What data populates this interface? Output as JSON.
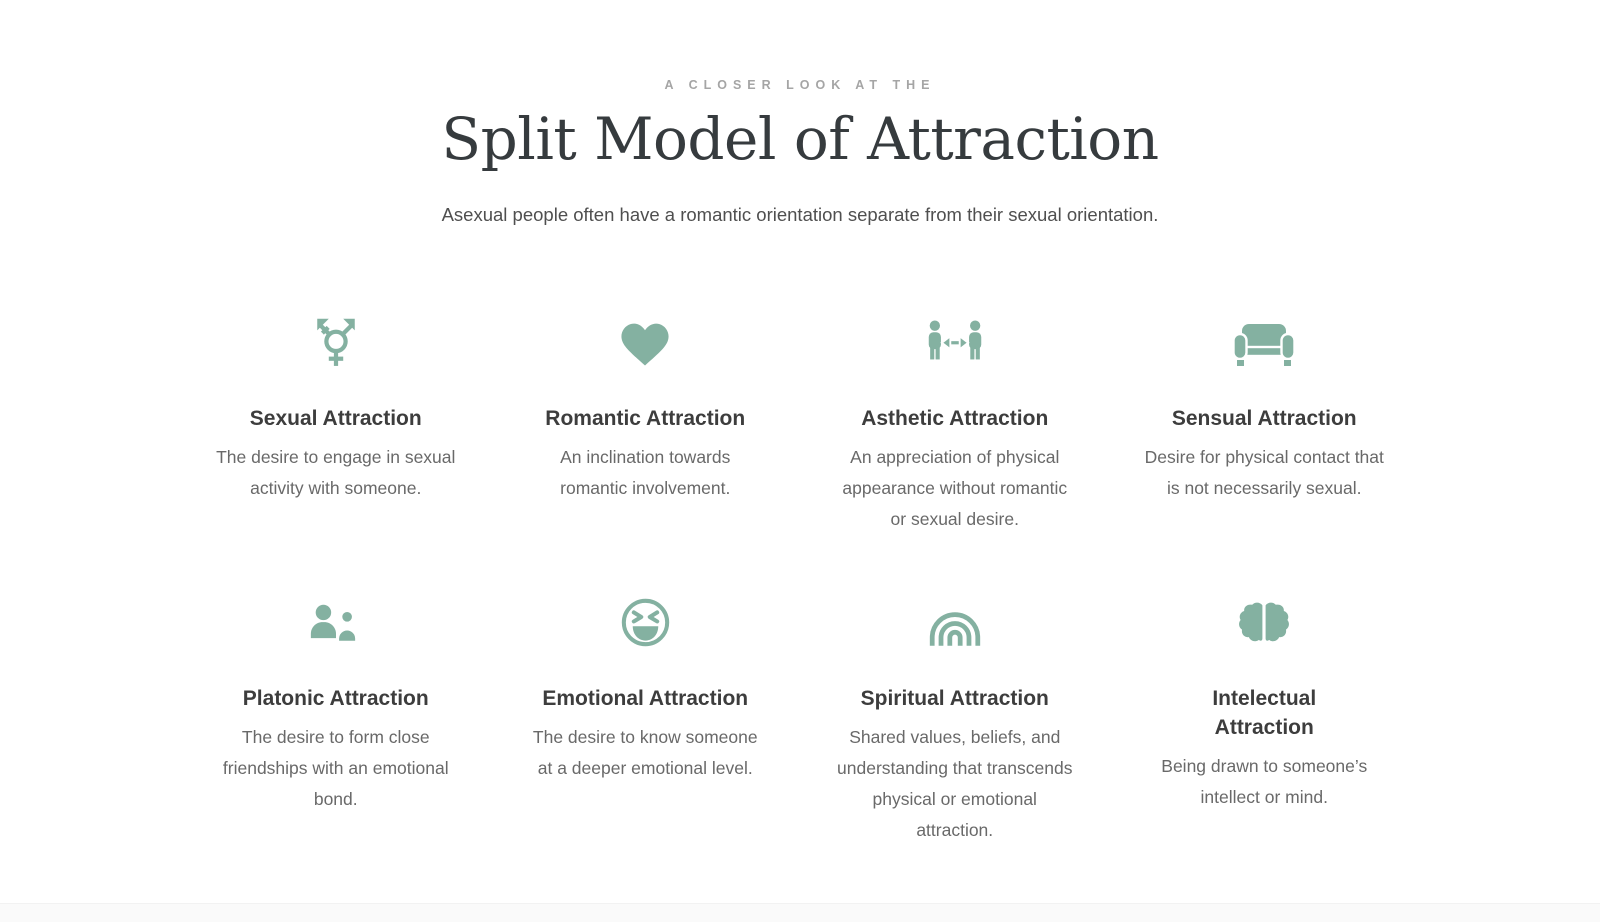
{
  "header": {
    "eyebrow": "A CLOSER LOOK AT THE",
    "title": "Split Model of Attraction",
    "subtitle": "Asexual people often have a romantic orientation separate from their sexual orientation."
  },
  "colors": {
    "accent_teal": "#84b1a1",
    "heading": "#363b3e",
    "card_title": "#3d3d3d",
    "body_text": "#696969",
    "eyebrow_gray": "#a5a5a5",
    "bottom_strip": "#fafafa"
  },
  "cards": [
    {
      "icon": "transgender-icon",
      "title": "Sexual Attraction",
      "description": "The desire to engage in sexual activity with someone."
    },
    {
      "icon": "heart-icon",
      "title": "Romantic Attraction",
      "description": "An inclination towards romantic involvement."
    },
    {
      "icon": "people-arrows-icon",
      "title": "Asthetic Attraction",
      "description": "An appreciation of physical appearance without romantic or sexual desire."
    },
    {
      "icon": "couch-icon",
      "title": "Sensual Attraction",
      "description": "Desire for physical contact that is not necessarily sexual."
    },
    {
      "icon": "user-friends-icon",
      "title": "Platonic Attraction",
      "description": "The desire to form close friendships with an emotional bond."
    },
    {
      "icon": "laugh-squint-icon",
      "title": "Emotional Attraction",
      "description": "The desire to know someone at a deeper emotional level."
    },
    {
      "icon": "rainbow-icon",
      "title": "Spiritual Attraction",
      "description": "Shared values, beliefs, and understanding that transcends physical or emotional attraction."
    },
    {
      "icon": "brain-icon",
      "title": "Intelectual Attraction",
      "description": "Being drawn to someone’s intellect or mind."
    }
  ]
}
